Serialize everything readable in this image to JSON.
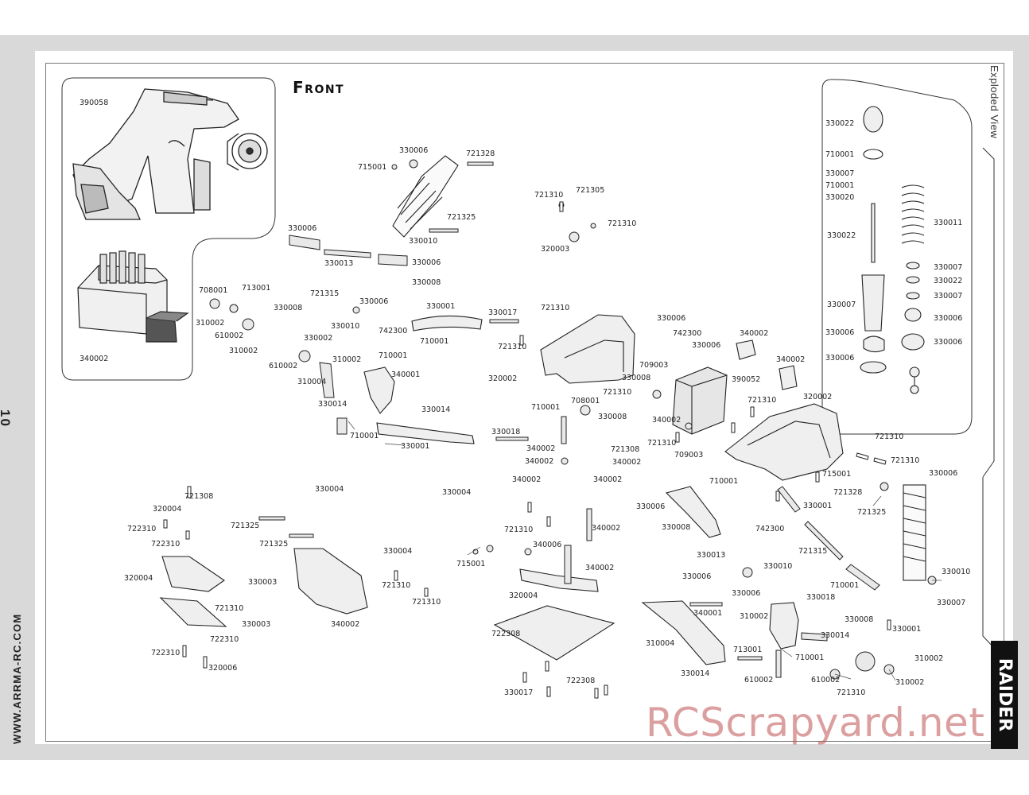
{
  "page": {
    "title": "Front",
    "section_label": "Exploded View",
    "page_number": "10",
    "website": "WWW.ARRMA-RC.COM",
    "watermark": "RCScrapyard.net",
    "brand_logo": "RAIDER"
  },
  "colors": {
    "band": "#d9d9d9",
    "line": "#333333",
    "part_fill": "#ededed",
    "watermark": "#c05050"
  },
  "callouts": [
    {
      "id": "c1",
      "text": "390058"
    },
    {
      "id": "c2",
      "text": "340002"
    },
    {
      "id": "c3",
      "text": "330006"
    },
    {
      "id": "c4",
      "text": "721328"
    },
    {
      "id": "c5",
      "text": "715001"
    },
    {
      "id": "c6",
      "text": "721325"
    },
    {
      "id": "c7",
      "text": "330010"
    },
    {
      "id": "c8",
      "text": "721310"
    },
    {
      "id": "c9",
      "text": "721305"
    },
    {
      "id": "c10",
      "text": "721310"
    },
    {
      "id": "c11",
      "text": "320003"
    },
    {
      "id": "c12",
      "text": "330006"
    },
    {
      "id": "c13",
      "text": "330013"
    },
    {
      "id": "c14",
      "text": "330006"
    },
    {
      "id": "c15",
      "text": "330008"
    },
    {
      "id": "c16",
      "text": "708001"
    },
    {
      "id": "c17",
      "text": "713001"
    },
    {
      "id": "c18",
      "text": "721315"
    },
    {
      "id": "c19",
      "text": "330006"
    },
    {
      "id": "c20",
      "text": "330008"
    },
    {
      "id": "c21",
      "text": "330001"
    },
    {
      "id": "c22",
      "text": "330017"
    },
    {
      "id": "c23",
      "text": "721310"
    },
    {
      "id": "c24",
      "text": "310002"
    },
    {
      "id": "c25",
      "text": "330010"
    },
    {
      "id": "c26",
      "text": "742300"
    },
    {
      "id": "c27",
      "text": "610002"
    },
    {
      "id": "c28",
      "text": "330002"
    },
    {
      "id": "c29",
      "text": "710001"
    },
    {
      "id": "c30",
      "text": "310002"
    },
    {
      "id": "c31",
      "text": "310002"
    },
    {
      "id": "c32",
      "text": "710001"
    },
    {
      "id": "c33",
      "text": "610002"
    },
    {
      "id": "c34",
      "text": "340001"
    },
    {
      "id": "c35",
      "text": "310004"
    },
    {
      "id": "c36",
      "text": "330014"
    },
    {
      "id": "c37",
      "text": "330014"
    },
    {
      "id": "c38",
      "text": "710001"
    },
    {
      "id": "c39",
      "text": "330001"
    },
    {
      "id": "c40",
      "text": "721310"
    },
    {
      "id": "c41",
      "text": "320002"
    },
    {
      "id": "c42",
      "text": "330006"
    },
    {
      "id": "c43",
      "text": "742300"
    },
    {
      "id": "c44",
      "text": "330006"
    },
    {
      "id": "c45",
      "text": "340002"
    },
    {
      "id": "c46",
      "text": "340002"
    },
    {
      "id": "c47",
      "text": "709003"
    },
    {
      "id": "c48",
      "text": "330008"
    },
    {
      "id": "c49",
      "text": "390052"
    },
    {
      "id": "c50",
      "text": "721310"
    },
    {
      "id": "c51",
      "text": "721310"
    },
    {
      "id": "c52",
      "text": "320002"
    },
    {
      "id": "c53",
      "text": "708001"
    },
    {
      "id": "c54",
      "text": "710001"
    },
    {
      "id": "c55",
      "text": "330008"
    },
    {
      "id": "c56",
      "text": "340002"
    },
    {
      "id": "c57",
      "text": "330018"
    },
    {
      "id": "c58",
      "text": "721310"
    },
    {
      "id": "c59",
      "text": "709003"
    },
    {
      "id": "c60",
      "text": "340002"
    },
    {
      "id": "c61",
      "text": "721308"
    },
    {
      "id": "c62",
      "text": "340002"
    },
    {
      "id": "c63",
      "text": "340002"
    },
    {
      "id": "c64",
      "text": "330004"
    },
    {
      "id": "c65",
      "text": "330004"
    },
    {
      "id": "c66",
      "text": "340002"
    },
    {
      "id": "c67",
      "text": "340002"
    },
    {
      "id": "c68",
      "text": "721308"
    },
    {
      "id": "c69",
      "text": "320004"
    },
    {
      "id": "c70",
      "text": "722310"
    },
    {
      "id": "c71",
      "text": "721325"
    },
    {
      "id": "c72",
      "text": "722310"
    },
    {
      "id": "c73",
      "text": "721325"
    },
    {
      "id": "c74",
      "text": "330004"
    },
    {
      "id": "c75",
      "text": "721310"
    },
    {
      "id": "c76",
      "text": "340002"
    },
    {
      "id": "c77",
      "text": "715001"
    },
    {
      "id": "c78",
      "text": "340006"
    },
    {
      "id": "c79",
      "text": "340002"
    },
    {
      "id": "c80",
      "text": "320004"
    },
    {
      "id": "c81",
      "text": "330003"
    },
    {
      "id": "c82",
      "text": "721310"
    },
    {
      "id": "c83",
      "text": "721310"
    },
    {
      "id": "c84",
      "text": "721310"
    },
    {
      "id": "c85",
      "text": "330003"
    },
    {
      "id": "c86",
      "text": "340002"
    },
    {
      "id": "c87",
      "text": "320004"
    },
    {
      "id": "c88",
      "text": "722310"
    },
    {
      "id": "c89",
      "text": "722310"
    },
    {
      "id": "c90",
      "text": "320006"
    },
    {
      "id": "c91",
      "text": "722308"
    },
    {
      "id": "c92",
      "text": "722308"
    },
    {
      "id": "c93",
      "text": "330017"
    },
    {
      "id": "c94",
      "text": "710001"
    },
    {
      "id": "c95",
      "text": "330006"
    },
    {
      "id": "c96",
      "text": "330001"
    },
    {
      "id": "c97",
      "text": "330008"
    },
    {
      "id": "c98",
      "text": "742300"
    },
    {
      "id": "c99",
      "text": "330013"
    },
    {
      "id": "c100",
      "text": "721315"
    },
    {
      "id": "c101",
      "text": "330006"
    },
    {
      "id": "c102",
      "text": "330010"
    },
    {
      "id": "c103",
      "text": "330006"
    },
    {
      "id": "c104",
      "text": "710001"
    },
    {
      "id": "c105",
      "text": "330018"
    },
    {
      "id": "c106",
      "text": "340001"
    },
    {
      "id": "c107",
      "text": "310002"
    },
    {
      "id": "c108",
      "text": "330008"
    },
    {
      "id": "c109",
      "text": "330001"
    },
    {
      "id": "c110",
      "text": "310004"
    },
    {
      "id": "c111",
      "text": "330014"
    },
    {
      "id": "c112",
      "text": "713001"
    },
    {
      "id": "c113",
      "text": "310002"
    },
    {
      "id": "c114",
      "text": "710001"
    },
    {
      "id": "c115",
      "text": "330014"
    },
    {
      "id": "c116",
      "text": "610002"
    },
    {
      "id": "c117",
      "text": "610002"
    },
    {
      "id": "c118",
      "text": "310002"
    },
    {
      "id": "c119",
      "text": "721310"
    },
    {
      "id": "c120",
      "text": "721310"
    },
    {
      "id": "c121",
      "text": "721310"
    },
    {
      "id": "c122",
      "text": "715001"
    },
    {
      "id": "c123",
      "text": "721328"
    },
    {
      "id": "c124",
      "text": "330006"
    },
    {
      "id": "c125",
      "text": "721325"
    },
    {
      "id": "c126",
      "text": "330010"
    },
    {
      "id": "c127",
      "text": "330007"
    },
    {
      "id": "c128",
      "text": "330022"
    },
    {
      "id": "c129",
      "text": "710001"
    },
    {
      "id": "c130",
      "text": "330007"
    },
    {
      "id": "c131",
      "text": "710001"
    },
    {
      "id": "c132",
      "text": "330020"
    },
    {
      "id": "c133",
      "text": "330011"
    },
    {
      "id": "c134",
      "text": "330022"
    },
    {
      "id": "c135",
      "text": "330007"
    },
    {
      "id": "c136",
      "text": "330022"
    },
    {
      "id": "c137",
      "text": "330007"
    },
    {
      "id": "c138",
      "text": "330007"
    },
    {
      "id": "c139",
      "text": "330006"
    },
    {
      "id": "c140",
      "text": "330006"
    },
    {
      "id": "c141",
      "text": "330006"
    },
    {
      "id": "c142",
      "text": "330006"
    }
  ]
}
